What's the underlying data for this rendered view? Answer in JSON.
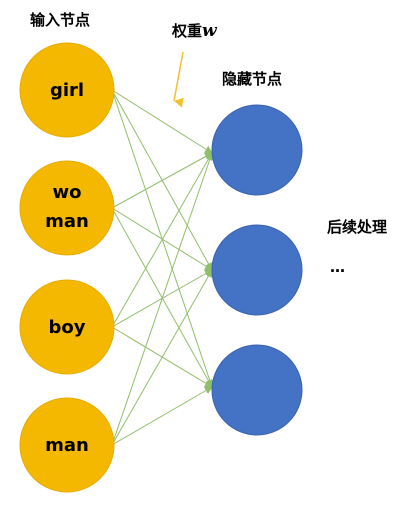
{
  "labels": {
    "input_nodes": "输入节点",
    "weight_prefix": "权重",
    "weight_var": "w",
    "hidden_nodes": "隐藏节点",
    "post_processing": "后续处理",
    "ellipsis": "…"
  },
  "input_nodes": [
    {
      "lines": [
        "girl"
      ]
    },
    {
      "lines": [
        "wo",
        "man"
      ]
    },
    {
      "lines": [
        "boy"
      ]
    },
    {
      "lines": [
        "man"
      ]
    }
  ],
  "hidden_node_count": 3,
  "colors": {
    "input_fill": "#f5b800",
    "input_stroke": "#e8aa00",
    "hidden_fill": "#4472c4",
    "hidden_stroke": "#3a63ad",
    "edge": "#8fbf6a",
    "arrow": "#f2c12e"
  }
}
